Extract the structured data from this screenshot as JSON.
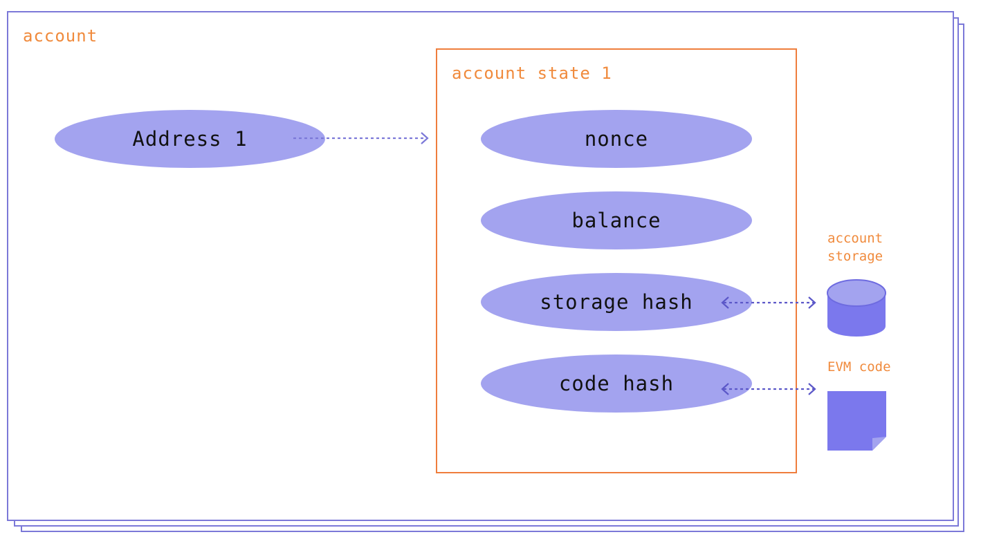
{
  "diagram": {
    "account_label": "account",
    "address_label": "Address 1",
    "account_state_label": "account state 1",
    "fields": {
      "nonce": "nonce",
      "balance": "balance",
      "storage_hash": "storage hash",
      "code_hash": "code hash"
    },
    "account_storage_label": "account storage",
    "evm_code_label": "EVM code",
    "colors": {
      "frame_border": "#7b78d8",
      "accent_orange": "#f08a3c",
      "ellipse_fill": "#a3a3ef",
      "icon_fill": "#7b78ed",
      "arrow_color": "#5b57c8"
    },
    "icons": {
      "storage": "database-icon",
      "code": "document-icon"
    }
  }
}
